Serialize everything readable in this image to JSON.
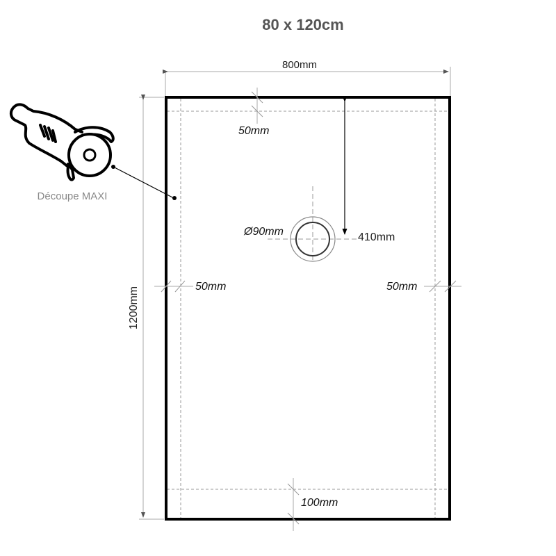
{
  "title": "80 x 120cm",
  "dimensions": {
    "width": "800mm",
    "height": "1200mm",
    "top_margin": "50mm",
    "left_margin": "50mm",
    "right_margin": "50mm",
    "bottom_margin": "100mm",
    "drain_diameter": "Ø90mm",
    "drain_offset": "410mm"
  },
  "tool": {
    "icon": "angle-grinder-icon",
    "label": "Découpe MAXI"
  },
  "colors": {
    "outline": "#000000",
    "dimension_line": "#aaaaaa",
    "dashed_margin": "#999999",
    "title": "#555555",
    "tool_label": "#888888"
  }
}
